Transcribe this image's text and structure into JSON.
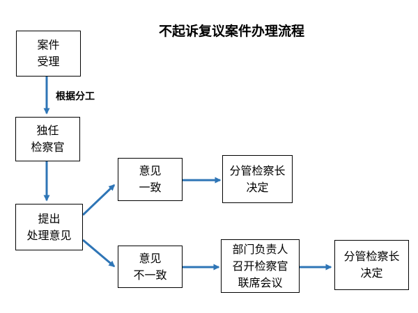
{
  "title": "不起诉复议案件办理流程",
  "nodes": {
    "accept": {
      "line1": "案件",
      "line2": "受理"
    },
    "prosecutor": {
      "line1": "独任",
      "line2": "检察官"
    },
    "propose": {
      "line1": "提出",
      "line2": "处理意见"
    },
    "agree": {
      "line1": "意见",
      "line2": "一致"
    },
    "decide_a": {
      "line1": "分管检察长",
      "line2": "决定"
    },
    "disagree": {
      "line1": "意见",
      "line2": "不一致"
    },
    "meeting": {
      "line1": "部门负责人",
      "line2": "召开检察官",
      "line3": "联席会议"
    },
    "decide_b": {
      "line1": "分管检察长",
      "line2": "决定"
    }
  },
  "edges": {
    "accept_to_prosecutor_label": "根据分工"
  },
  "colors": {
    "arrow": "#2e75b6",
    "border": "#000000"
  }
}
